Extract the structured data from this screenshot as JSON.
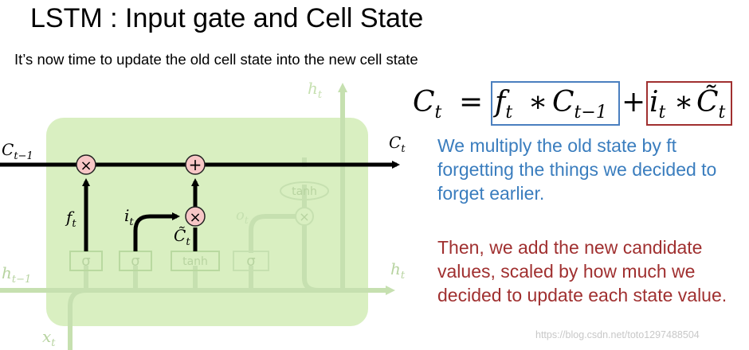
{
  "title": "LSTM : Input gate and Cell State",
  "subtitle": "It’s now time to update the old cell state into the new cell state",
  "diagram": {
    "c_prev": "C",
    "c_prev_sub": "t−1",
    "c_next": "C",
    "c_next_sub": "t",
    "h_prev": "h",
    "h_prev_sub": "t−1",
    "h_out_right": "h",
    "h_out_right_sub": "t",
    "h_out_top": "h",
    "h_out_top_sub": "t",
    "x_in": "x",
    "x_in_sub": "t",
    "f_label": "f",
    "f_sub": "t",
    "i_label": "i",
    "i_sub": "t",
    "c_tilde_label": "C̃",
    "c_tilde_sub": "t",
    "o_label": "o",
    "o_sub": "t",
    "multiply_symbol": "×",
    "add_symbol": "+",
    "sigma_symbol": "σ",
    "tanh_label": "tanh",
    "colors": {
      "cell_fill": "#d9efc1",
      "faded": "#c6e0b0",
      "faded_text": "#b7d3a0",
      "op_fill": "#f7c6c6",
      "op_stroke": "#222222"
    }
  },
  "equation": {
    "lhs": "C",
    "lhs_sub": "t",
    "equals": "=",
    "f": "f",
    "f_sub": "t",
    "star1": "∗",
    "c_prev": "C",
    "c_prev_sub": "t−1",
    "plus": "+",
    "i": "i",
    "i_sub": "t",
    "star2": "∗",
    "c_tilde": "C̃",
    "c_tilde_sub": "t",
    "blue_box_color": "#4a7fbf",
    "red_box_color": "#a03030"
  },
  "notes": {
    "forget": "We multiply the old state by ft forgetting the things we decided to forget earlier.",
    "add": "Then, we add the new candidate values, scaled by how much we decided to update each state value."
  },
  "watermark": "https://blog.csdn.net/toto1297488504"
}
